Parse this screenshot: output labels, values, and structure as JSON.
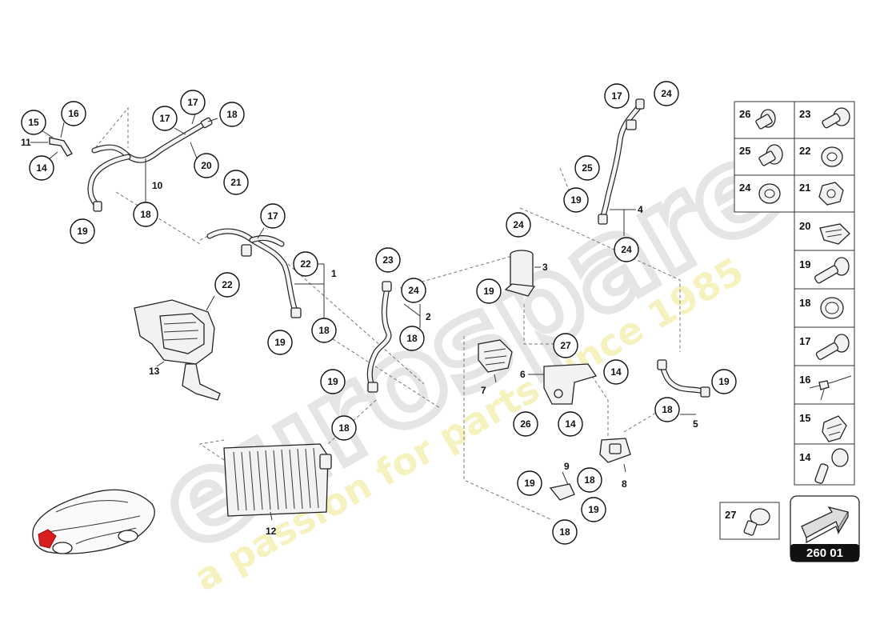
{
  "diagram": {
    "document_number": "260 01",
    "watermark": {
      "brand": "eurospares",
      "slogan": "a passion for parts since 1985",
      "brand_color": "#e6e6e6",
      "slogan_color": "#f3f0b0"
    },
    "callouts": [
      {
        "label": "15"
      },
      {
        "label": "16"
      },
      {
        "label": "14"
      },
      {
        "label": "17"
      },
      {
        "label": "17"
      },
      {
        "label": "18"
      },
      {
        "label": "20"
      },
      {
        "label": "21"
      },
      {
        "label": "18"
      },
      {
        "label": "19"
      },
      {
        "label": "17"
      },
      {
        "label": "22"
      },
      {
        "label": "22"
      },
      {
        "label": "19"
      },
      {
        "label": "18"
      },
      {
        "label": "23"
      },
      {
        "label": "24"
      },
      {
        "label": "18"
      },
      {
        "label": "19"
      },
      {
        "label": "18"
      },
      {
        "label": "24"
      },
      {
        "label": "19"
      },
      {
        "label": "17"
      },
      {
        "label": "24"
      },
      {
        "label": "25"
      },
      {
        "label": "19"
      },
      {
        "label": "24"
      },
      {
        "label": "27"
      },
      {
        "label": "14"
      },
      {
        "label": "26"
      },
      {
        "label": "14"
      },
      {
        "label": "19"
      },
      {
        "label": "18"
      },
      {
        "label": "19"
      },
      {
        "label": "18"
      },
      {
        "label": "19"
      },
      {
        "label": "18"
      }
    ],
    "part_numbers": [
      {
        "label": "11"
      },
      {
        "label": "10"
      },
      {
        "label": "1"
      },
      {
        "label": "13"
      },
      {
        "label": "2"
      },
      {
        "label": "3"
      },
      {
        "label": "4"
      },
      {
        "label": "6"
      },
      {
        "label": "7"
      },
      {
        "label": "5"
      },
      {
        "label": "9"
      },
      {
        "label": "8"
      },
      {
        "label": "12"
      }
    ],
    "hardware_table": [
      {
        "left": "26",
        "right": "23"
      },
      {
        "left": "25",
        "right": "22"
      },
      {
        "left": "24",
        "right": "21"
      },
      {
        "left": "",
        "right": "20"
      },
      {
        "left": "",
        "right": "19"
      },
      {
        "left": "",
        "right": "18"
      },
      {
        "left": "",
        "right": "17"
      },
      {
        "left": "",
        "right": "16"
      },
      {
        "left": "",
        "right": "15"
      },
      {
        "left": "",
        "right": "14"
      }
    ],
    "extra_part": {
      "label": "27"
    },
    "colors": {
      "highlight": "#d81e1e",
      "line": "#222222"
    }
  }
}
